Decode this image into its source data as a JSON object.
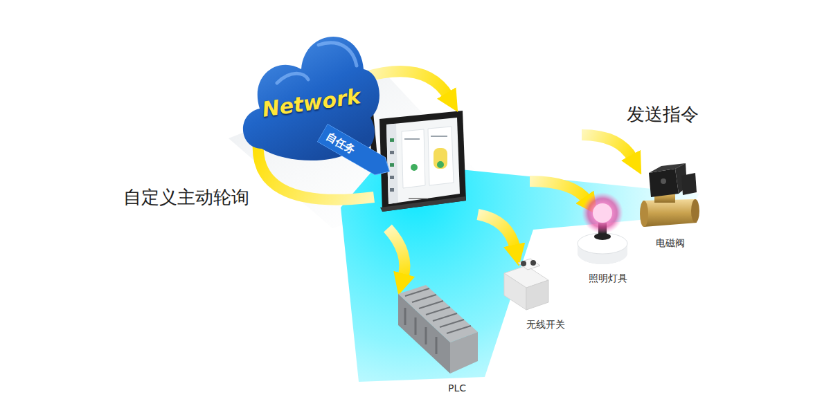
{
  "diagram": {
    "nodes": [
      {
        "text": [
          "Network"
        ]
      },
      {
        "text": [
          "自任务"
        ],
        "in": 0
      },
      {
        "text": [
          "PLC"
        ]
      },
      {
        "text": [
          "无线开关"
        ]
      },
      {
        "text": [
          "照明灯具"
        ]
      },
      {
        "text": [
          "电磁阀"
        ]
      }
    ],
    "labels": [
      "自定义主动轮询",
      "发送指令"
    ]
  }
}
